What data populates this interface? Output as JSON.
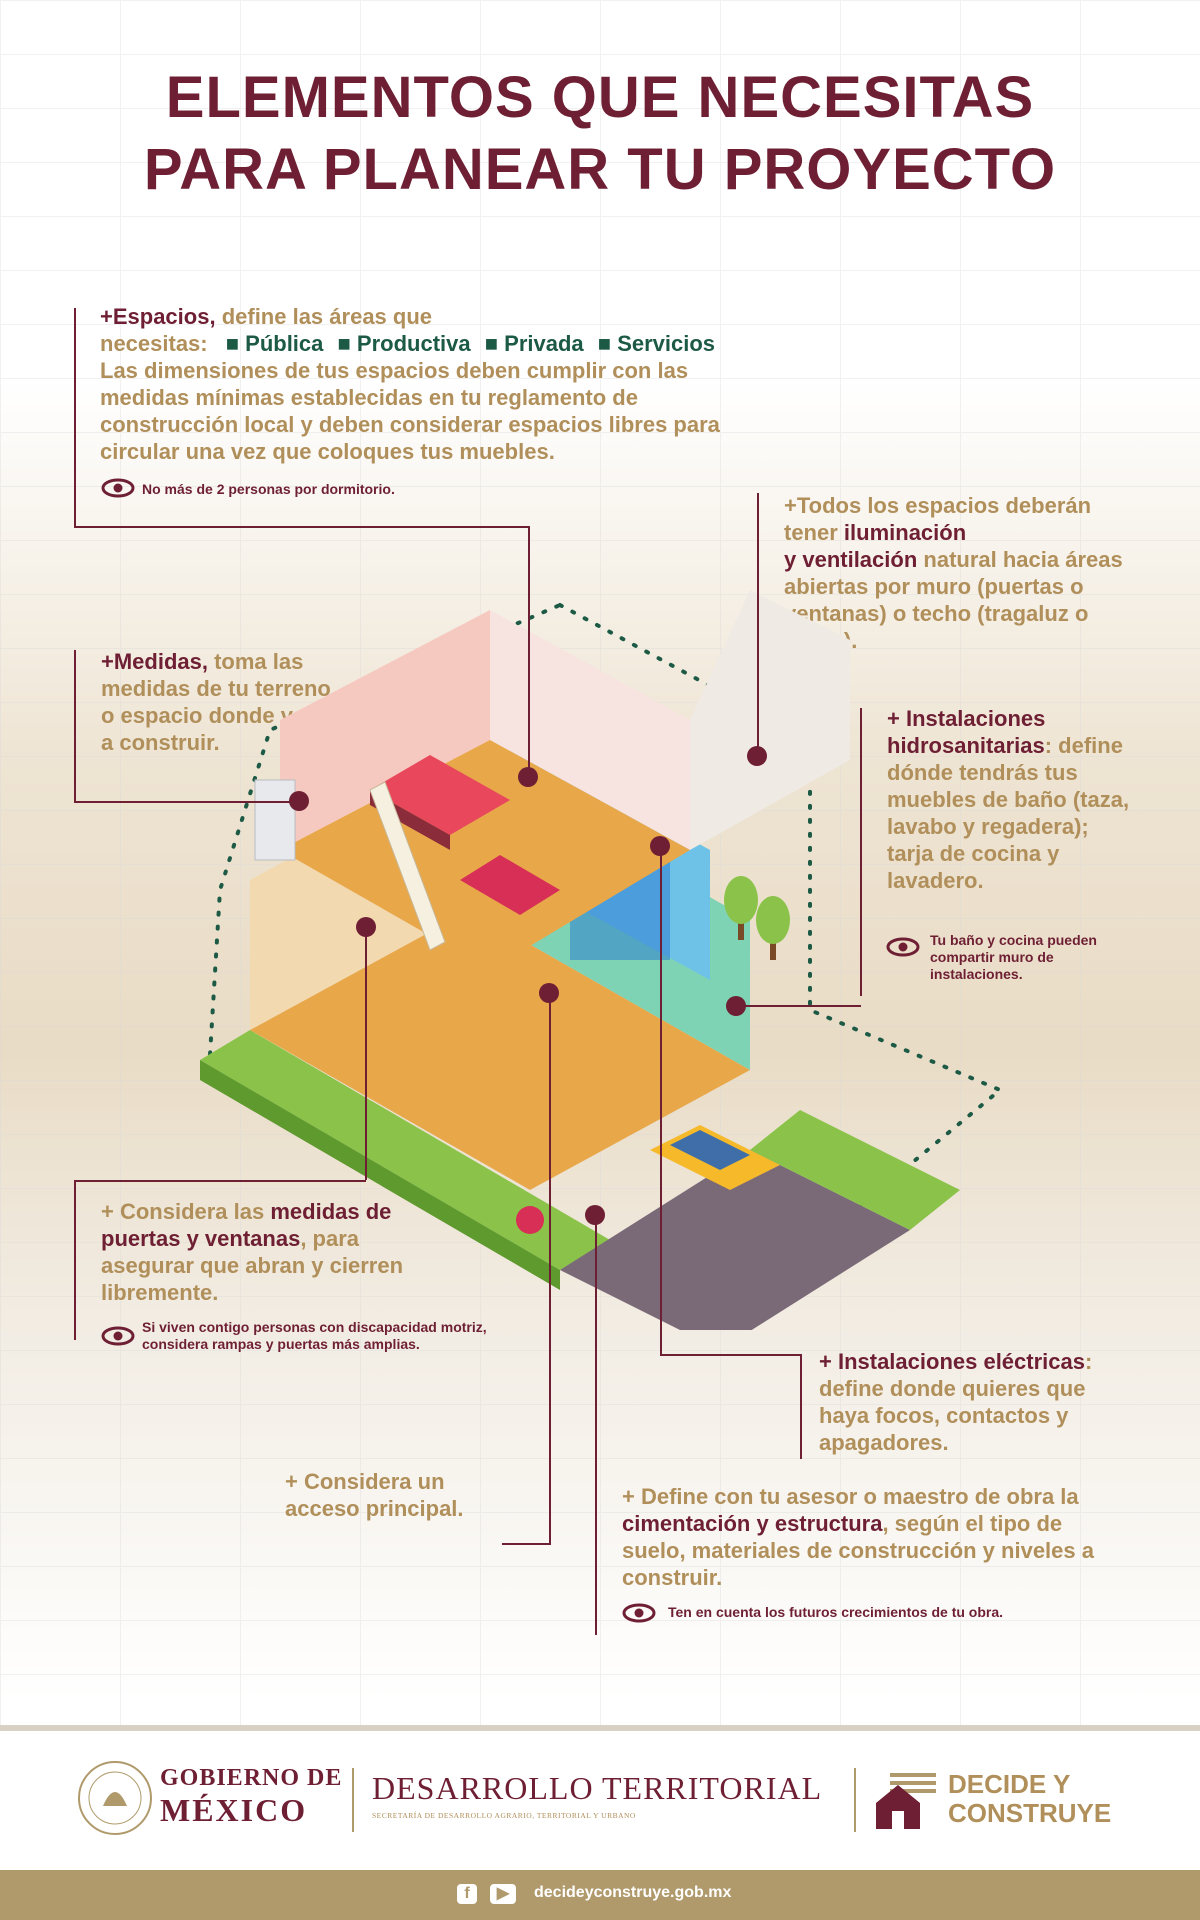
{
  "title": {
    "line1": "ELEMENTOS QUE NECESITAS",
    "line2": "PARA PLANEAR TU PROYECTO"
  },
  "espacios": {
    "lead": "+Espacios,",
    "lead_rest": " define las áreas que",
    "line2_prefix": "necesitas: ",
    "tags": [
      "Pública",
      "Productiva",
      "Privada",
      "Servicios"
    ],
    "body": "Las dimensiones de tus espacios deben cumplir con las medidas mínimas establecidas en tu reglamento de construcción local y deben considerar espacios libres para circular una vez que coloques tus muebles.",
    "note": "No más de 2 personas por dormitorio."
  },
  "iluminacion": {
    "p1": "+Todos los espacios deberán tener ",
    "h1": "iluminación",
    "h2": "y ventilación",
    "p2": " natural hacia áreas abiertas por muro (puertas o ventanas) o techo (tragaluz o domo)."
  },
  "medidas": {
    "lead": "+Medidas,",
    "rest": " toma las medidas de tu terreno o espacio donde vas a construir."
  },
  "hidro": {
    "lead": "+ Instalaciones hidrosanitarias",
    "rest": ": define dónde tendrás tus muebles de baño (taza, lavabo y regadera); tarja de cocina y lavadero.",
    "note": "Tu baño y cocina pueden compartir muro de instalaciones."
  },
  "puertas": {
    "p1": "+ Considera las ",
    "h1": "medidas de puertas y ventanas",
    "p2": ", para asegurar que abran y cierren libremente.",
    "note": "Si viven contigo personas con discapacidad motriz, considera rampas y puertas más amplias."
  },
  "electricas": {
    "lead": "+ Instalaciones eléctricas",
    "rest": ": define donde quieres que haya focos, contactos y apagadores."
  },
  "acceso": {
    "text": "+ Considera un acceso principal."
  },
  "cimentacion": {
    "p1": "+ Define con tu asesor o maestro de obra la ",
    "h1": "cimentación y estructura",
    "p2": ", según el tipo de suelo, materiales de construcción y niveles a construir.",
    "note": "Ten en cuenta los futuros crecimientos de tu obra."
  },
  "footer": {
    "gob_line1": "GOBIERNO DE",
    "gob_line2": "MÉXICO",
    "dt_line1": "DESARROLLO TERRITORIAL",
    "dt_line2": "SECRETARÍA DE DESARROLLO AGRARIO, TERRITORIAL Y URBANO",
    "dc_line1": "DECIDE Y",
    "dc_line2": "CONSTRUYE",
    "url": "decideyconstruye.gob.mx"
  },
  "colors": {
    "primary": "#6e1f33",
    "gold": "#b08f5a",
    "green": "#1c5a45",
    "floor": "#e8a84a"
  }
}
